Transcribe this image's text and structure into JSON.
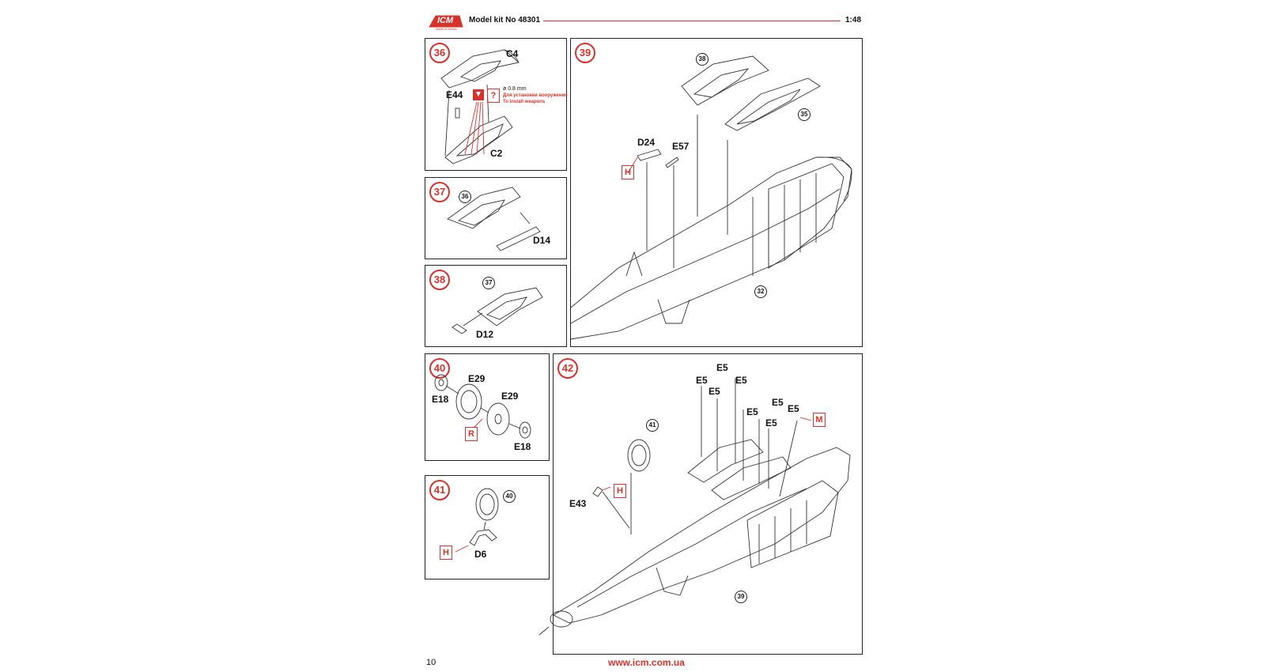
{
  "header": {
    "logo_text": "ICM",
    "logo_tagline": "Made in Motion",
    "kit_label": "Model kit No 48301",
    "scale": "1:48"
  },
  "footer": {
    "page_number": "10",
    "website": "www.icm.com.ua"
  },
  "steps": {
    "s36": {
      "number": "36",
      "parts": {
        "c4": "C4",
        "e44": "E44",
        "c2": "C2"
      },
      "drill_note": {
        "diameter": "ø 0.8 mm",
        "ru_text": "Для установки вооружения",
        "en_text": "To install weapons",
        "question": "?"
      }
    },
    "s37": {
      "number": "37",
      "ref": "36",
      "parts": {
        "d14": "D14"
      }
    },
    "s38": {
      "number": "38",
      "ref": "37",
      "parts": {
        "d12": "D12"
      }
    },
    "s39": {
      "number": "39",
      "refs": {
        "r38": "38",
        "r35": "35",
        "r32": "32"
      },
      "parts": {
        "d24": "D24",
        "e57": "E57"
      },
      "glue_tag": "H"
    },
    "s40": {
      "number": "40",
      "parts": {
        "e29a": "E29",
        "e29b": "E29",
        "e18a": "E18",
        "e18b": "E18"
      },
      "paint_tag": "R"
    },
    "s41": {
      "number": "41",
      "ref": "40",
      "parts": {
        "d6": "D6"
      },
      "glue_tag": "H"
    },
    "s42": {
      "number": "42",
      "refs": {
        "r41": "41",
        "r39": "39"
      },
      "parts": {
        "e43": "E43",
        "e5": "E5"
      },
      "glue_tag": "H",
      "paint_tag": "M"
    }
  },
  "colors": {
    "accent_red": "#d8322a",
    "line": "#222222"
  }
}
